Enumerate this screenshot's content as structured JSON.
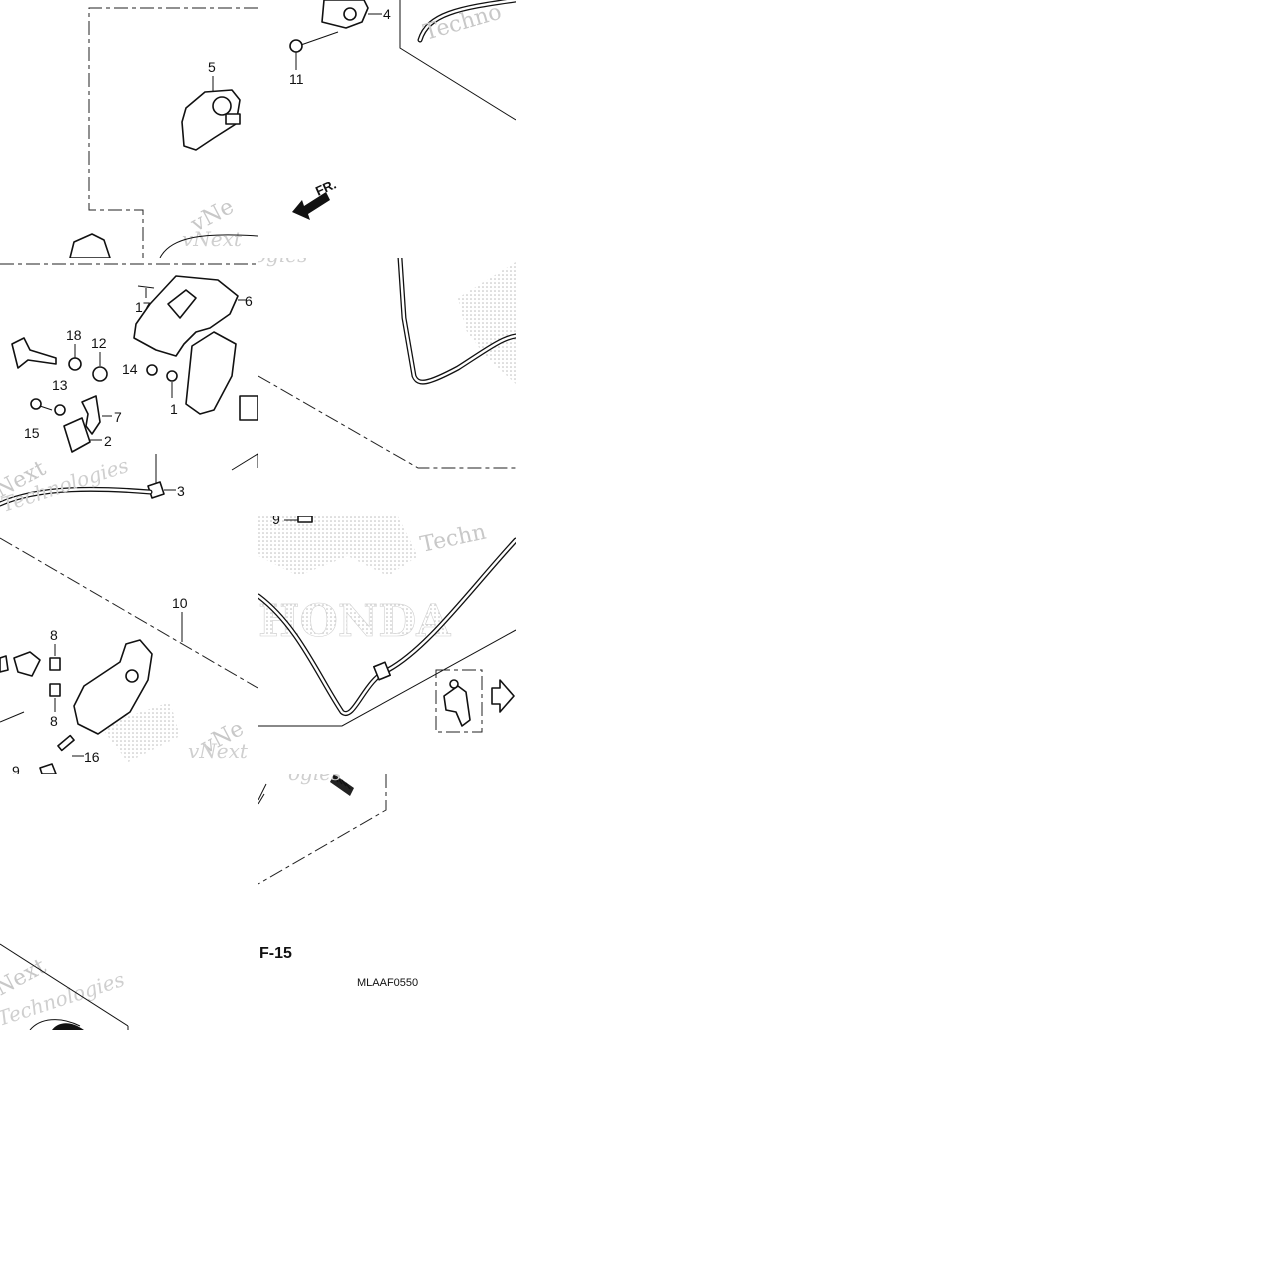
{
  "figure": {
    "label": "F-15",
    "code": "MLAAF0550",
    "direction_label": "FR."
  },
  "callouts": [
    "1",
    "2",
    "3",
    "4",
    "5",
    "6",
    "7",
    "8",
    "9",
    "10",
    "11",
    "12",
    "13",
    "14",
    "15",
    "16",
    "17",
    "18"
  ],
  "watermark": {
    "brand": "HONDA",
    "line1": "vNext",
    "line2": "Technologies"
  },
  "tiles": 8
}
